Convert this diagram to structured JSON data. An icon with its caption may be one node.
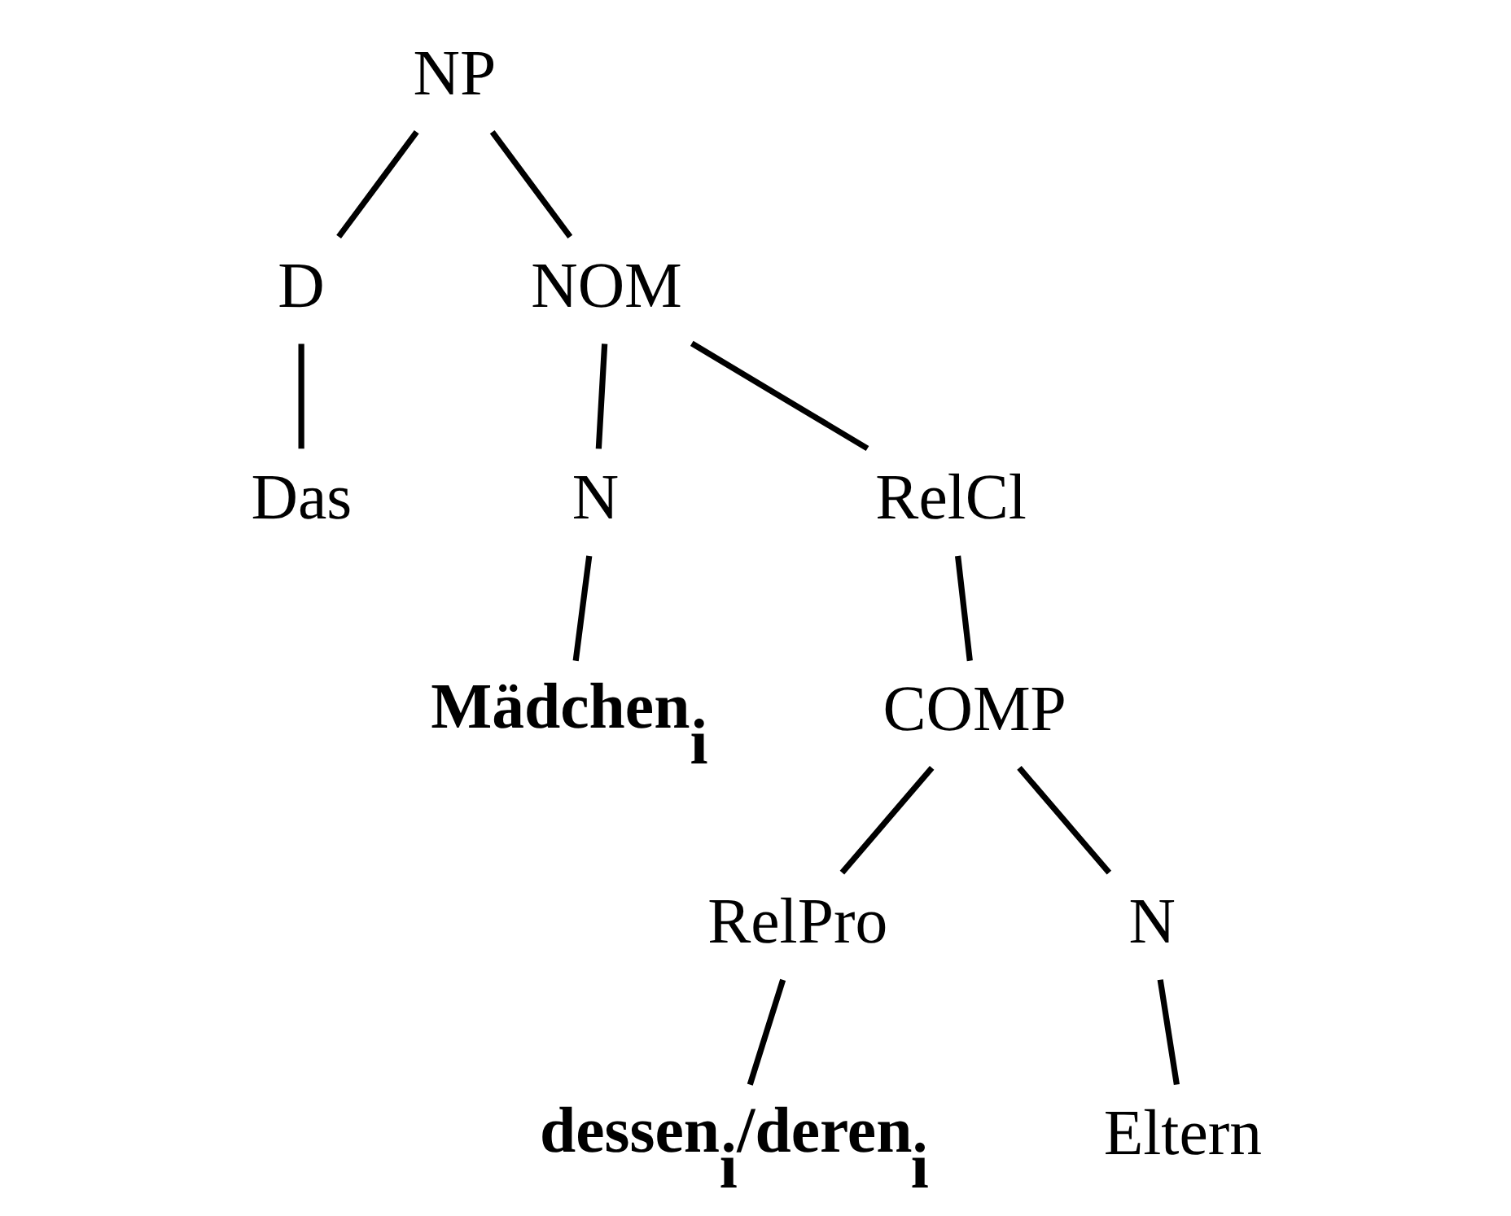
{
  "diagram": {
    "nodes": [
      {
        "text": [
          "NP"
        ]
      },
      {
        "text": [
          "D"
        ]
      },
      {
        "text": [
          "NOM"
        ]
      },
      {
        "text": [
          "Das"
        ]
      },
      {
        "text": [
          "N"
        ]
      },
      {
        "text": [
          "RelCl"
        ]
      },
      {
        "text": [
          "Mädchen$_{i}$"
        ]
      },
      {
        "text": [
          "COMP"
        ]
      },
      {
        "text": [
          "RelPro"
        ]
      },
      {
        "text": [
          "N"
        ]
      },
      {
        "text": [
          "dessen$_{i}$/deren$_{i}$"
        ]
      },
      {
        "text": [
          "Eltern"
        ]
      }
    ],
    "edges": [
      {
        "from": 0,
        "to": 1,
        "arrow": "none"
      },
      {
        "from": 0,
        "to": 2,
        "arrow": "none"
      },
      {
        "from": 1,
        "to": 3,
        "arrow": "none"
      },
      {
        "from": 2,
        "to": 4,
        "arrow": "none"
      },
      {
        "from": 2,
        "to": 5,
        "arrow": "none"
      },
      {
        "from": 4,
        "to": 6,
        "arrow": "none"
      },
      {
        "from": 5,
        "to": 7,
        "arrow": "none"
      },
      {
        "from": 7,
        "to": 8,
        "arrow": "none"
      },
      {
        "from": 7,
        "to": 9,
        "arrow": "none"
      },
      {
        "from": 8,
        "to": 10,
        "arrow": "none"
      },
      {
        "from": 9,
        "to": 11,
        "arrow": "none"
      }
    ]
  }
}
